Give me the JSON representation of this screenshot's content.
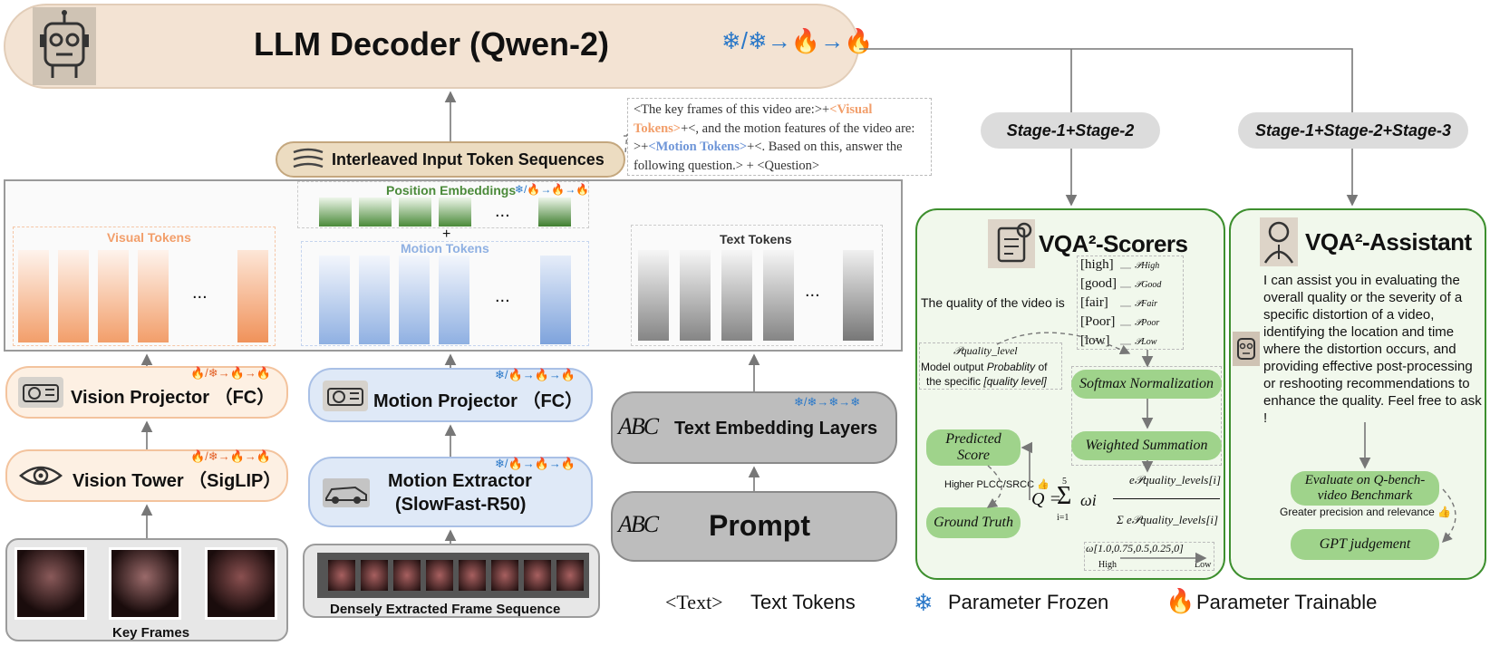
{
  "llm": {
    "title": "LLM Decoder (Qwen-2)",
    "icon": "robot-head-icon",
    "param_icons": "❄/❄→🔥→🔥"
  },
  "interleaved": {
    "label": "Interleaved Input Token Sequences",
    "icon": "stream-lines-icon"
  },
  "prompt_template": {
    "p1": "<The key frames of this video are:>+",
    "visual": "<Visual Tokens>",
    "p2": "+<, and the motion features of the video are: >+",
    "motion": "<Motion Tokens>",
    "p3": "+<. Based on this, answer the following question.> + <Question>"
  },
  "tokens": {
    "position": "Position Embeddings",
    "position_icons": "❄/🔥→🔥→🔥",
    "plus": "+",
    "visual": "Visual Tokens",
    "motion": "Motion Tokens",
    "text": "Text Tokens",
    "ellipsis": "..."
  },
  "modules": {
    "vision_projector": "Vision Projector （FC）",
    "vision_projector_icons": "🔥/❄→🔥→🔥",
    "vision_tower": "Vision Tower （SigLIP）",
    "vision_tower_icons": "🔥/❄→🔥→🔥",
    "motion_projector": "Motion Projector （FC）",
    "motion_projector_icons": "❄/🔥→🔥→🔥",
    "motion_extractor_1": "Motion Extractor",
    "motion_extractor_2": "(SlowFast-R50)",
    "motion_extractor_icons": "❄/🔥→🔥→🔥",
    "text_embedding": "Text Embedding Layers",
    "text_embedding_icons": "❄/❄→❄→❄",
    "prompt": "Prompt",
    "abc": "ABC"
  },
  "inputs": {
    "key_frames": "Key Frames",
    "dense_frames": "Densely Extracted Frame Sequence"
  },
  "stages": {
    "s12": "Stage-1+Stage-2",
    "s123": "Stage-1+Stage-2+Stage-3"
  },
  "scorers": {
    "title": "VQA²-Scorers",
    "quality_text": "The quality of the video is",
    "levels": [
      "[high]",
      "[good]",
      "[fair]",
      "[Poor]",
      "[low]"
    ],
    "probs": [
      "𝒫High",
      "𝒫Good",
      "𝒫Fair",
      "𝒫Poor",
      "𝒫Low"
    ],
    "pq": "𝒫quality_level",
    "model_output_1": "Model output",
    "model_output_2": "Probablity",
    "model_output_3": "of",
    "model_output_4": "the specific",
    "model_output_5": "[quality level]",
    "softmax": "Softmax Normalization",
    "weighted": "Weighted Summation",
    "predicted_1": "Predicted",
    "predicted_2": "Score",
    "ground_truth": "Ground Truth",
    "higher": "Higher PLCC/SRCC 👍",
    "formula_q": "Q =",
    "formula_sum": "Σ",
    "formula_sum_top": "5",
    "formula_sum_bot": "i=1",
    "formula_omega": "ωi",
    "formula_num": "e𝒫quality_levels[i]",
    "formula_den": "Σ e𝒫quality_levels[i]",
    "omega_vals": "ω[1.0,0.75,0.5,0.25,0]",
    "omega_high": "High",
    "omega_low": "Low"
  },
  "assistant": {
    "title": "VQA²-Assistant",
    "text": "I can assist you in evaluating the overall quality or the severity of a specific distortion of a video, identifying the location and time where the distortion occurs, and providing effective post-processing or reshooting recommendations to enhance the quality. Feel free to ask !",
    "eval_1": "Evaluate on Q-bench-",
    "eval_2": "video Benchmark",
    "greater": "Greater precision and relevance 👍",
    "gpt": "GPT judgement"
  },
  "legend": {
    "text_sym": "<Text>",
    "text_tokens": "Text Tokens",
    "frozen": "Parameter Frozen",
    "trainable": "Parameter Trainable"
  },
  "colors": {
    "llm_bg": "#f3e3d3",
    "interleaved_bg": "#ecdcc1",
    "vision_bg": "#fdf0e3",
    "motion_bg": "#dfe9f7",
    "gray_bg": "#bdbdbd",
    "green_border": "#3d8f2e",
    "green_pill": "#9fd38b",
    "orange": "#f29e6a",
    "blue_tok": "#8fb0e2",
    "green_tok": "#4b8a3a"
  }
}
